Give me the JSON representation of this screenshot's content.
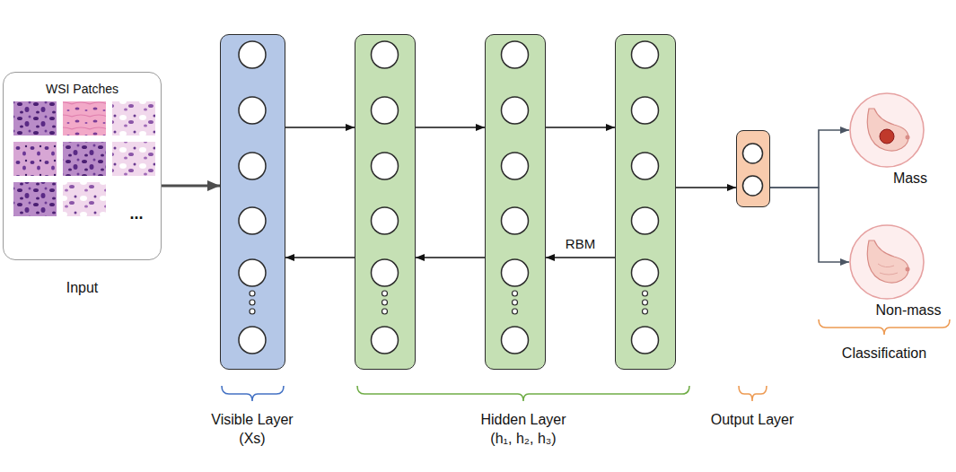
{
  "diagram": {
    "nodes": [
      {
        "text": [
          "WSI Patches",
          "...",
          "Input"
        ]
      },
      {
        "text": []
      },
      {
        "text": []
      },
      {
        "text": []
      },
      {
        "text": []
      },
      {
        "text": []
      },
      {
        "text": [
          "Mass"
        ]
      },
      {
        "text": [
          "Non-mass"
        ]
      }
    ],
    "edges": [
      {
        "from": 0,
        "to": 1,
        "arrow": "to"
      },
      {
        "from": 1,
        "to": 2,
        "arrow": "to"
      },
      {
        "from": 2,
        "to": 3,
        "arrow": "to"
      },
      {
        "from": 3,
        "to": 4,
        "arrow": "to"
      },
      {
        "from": 2,
        "to": 1,
        "arrow": "to"
      },
      {
        "from": 3,
        "to": 2,
        "arrow": "to"
      },
      {
        "from": 4,
        "to": 3,
        "label": "RBM",
        "arrow": "to"
      },
      {
        "from": 4,
        "to": 5,
        "arrow": "to"
      },
      {
        "from": 5,
        "to": 6,
        "arrow": "to"
      },
      {
        "from": 5,
        "to": 7,
        "arrow": "to"
      }
    ],
    "labels": [
      "Visible Layer (Xs)",
      "Hidden Layer (h₁, h₂, h₃)",
      "Output Layer",
      "Classification"
    ]
  }
}
